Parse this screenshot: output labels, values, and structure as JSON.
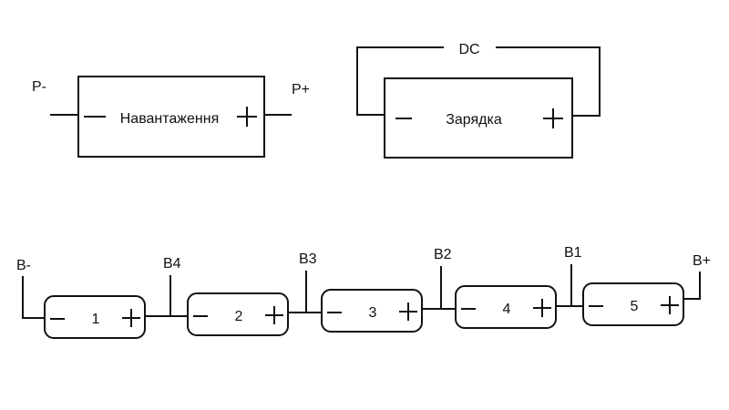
{
  "load": {
    "label": "Навантаження",
    "neg_label": "P-",
    "pos_label": "P+"
  },
  "charger": {
    "label": "Зарядка",
    "wire_label": "DC"
  },
  "battery": {
    "neg_label": "B-",
    "pos_label": "B+",
    "cells": [
      {
        "label": "1"
      },
      {
        "label": "2"
      },
      {
        "label": "3"
      },
      {
        "label": "4"
      },
      {
        "label": "5"
      }
    ],
    "taps": [
      "B4",
      "B3",
      "B2",
      "B1"
    ]
  }
}
